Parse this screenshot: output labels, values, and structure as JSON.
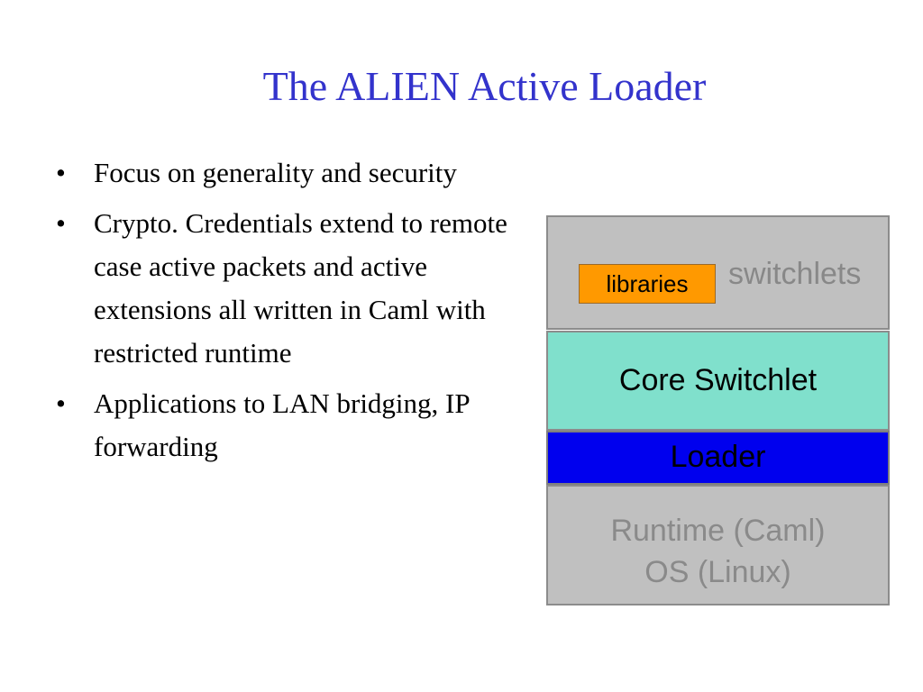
{
  "slide": {
    "title": "The ALIEN Active Loader",
    "bullet_glyph": "•",
    "bullets": [
      "Focus on generality and security",
      "Crypto. Credentials extend to remote case active packets and active extensions all written in Caml with restricted runtime",
      "Applications to LAN bridging, IP forwarding"
    ]
  },
  "diagram": {
    "libraries_label": "libraries",
    "switchlets_label": "switchlets",
    "core_label": "Core Switchlet",
    "loader_label": "Loader",
    "runtime_label": "Runtime (Caml)",
    "os_label": "OS (Linux)",
    "colors": {
      "title": "#3333cc",
      "layer_gray": "#c0c0c0",
      "core": "#80e0cc",
      "loader": "#0000ee",
      "libraries": "#ff9900"
    }
  }
}
